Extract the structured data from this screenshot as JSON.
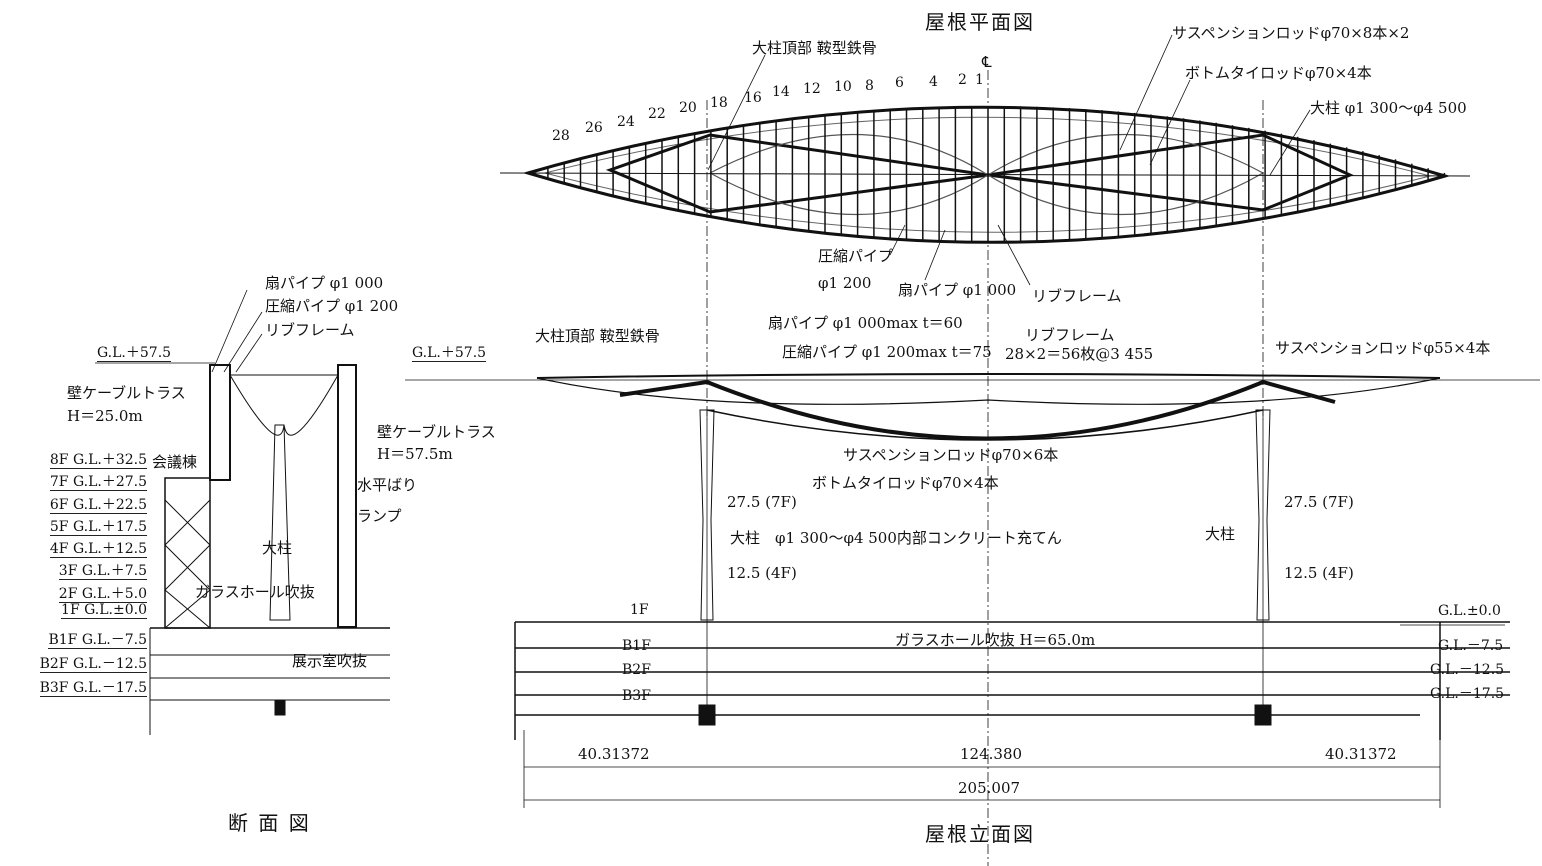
{
  "plan": {
    "title": "屋根平面図",
    "centerline": "℄",
    "rib_numbers": [
      "28",
      "26",
      "24",
      "22",
      "20",
      "18",
      "16",
      "14",
      "12",
      "10",
      "8",
      "6",
      "4",
      "2",
      "1"
    ],
    "labels": {
      "saddle": "大柱頂部 鞍型鉄骨",
      "suspension": "サスペンションロッドφ70×8本×2",
      "bottom_tie": "ボトムタイロッドφ70×4本",
      "column": "大柱 φ1 300～φ4 500",
      "compression": "圧縮パイプ",
      "compression_dia": "φ1 200",
      "fan": "扇パイプ φ1 000",
      "rib": "リブフレーム"
    }
  },
  "elevation": {
    "title": "屋根立面図",
    "gl_top": "G.L.＋57.5",
    "labels": {
      "saddle": "大柱頂部 鞍型鉄骨",
      "fan": "扇パイプ φ1 000max t＝60",
      "compression": "圧縮パイプ φ1 200max t＝75",
      "rib": "リブフレーム",
      "rib_count": "28×2＝56枚@3 455",
      "suspension_right": "サスペンションロッドφ55×4本",
      "suspension_mid": "サスペンションロッドφ70×6本",
      "bottom_tie": "ボトムタイロッドφ70×4本",
      "lv_7f_l": "27.5 (7F)",
      "lv_4f_l": "12.5 (4F)",
      "lv_7f_r": "27.5 (7F)",
      "lv_4f_r": "12.5 (4F)",
      "column": "大柱　φ1 300～φ4 500内部コンクリート充てん",
      "column_r": "大柱",
      "glass_hall": "ガラスホール吹抜 H＝65.0m",
      "f1": "1F",
      "b1f": "B1F",
      "b2f": "B2F",
      "b3f": "B3F"
    },
    "levels_right": [
      "G.L.±0.0",
      "G.L.－7.5",
      "G.L.－12.5",
      "G.L.－17.5"
    ],
    "dimensions": {
      "left": "40.31372",
      "center": "124.380",
      "right": "40.31372",
      "total": "205.007"
    }
  },
  "section": {
    "title": "断 面 図",
    "gl_top": "G.L.＋57.5",
    "labels": {
      "fan": "扇パイプ φ1 000",
      "compression": "圧縮パイプ φ1 200",
      "rib": "リブフレーム",
      "wall_truss_l": "壁ケーブルトラス",
      "wall_truss_l_h": "H＝25.0m",
      "wall_truss_r": "壁ケーブルトラス",
      "wall_truss_r_h": "H＝57.5m",
      "conference": "会議棟",
      "horizontal_beam": "水平ばり",
      "ramp": "ランプ",
      "column": "大柱",
      "glass_hall": "ガラスホール吹抜",
      "exhibit": "展示室吹抜"
    },
    "levels": [
      "8F G.L.＋32.5",
      "7F G.L.＋27.5",
      "6F G.L.＋22.5",
      "5F G.L.＋17.5",
      "4F G.L.＋12.5",
      "3F G.L.＋7.5",
      "2F G.L.＋5.0",
      "1F G.L.±0.0",
      "B1F G.L.－7.5",
      "B2F G.L.－12.5",
      "B3F G.L.－17.5"
    ]
  }
}
